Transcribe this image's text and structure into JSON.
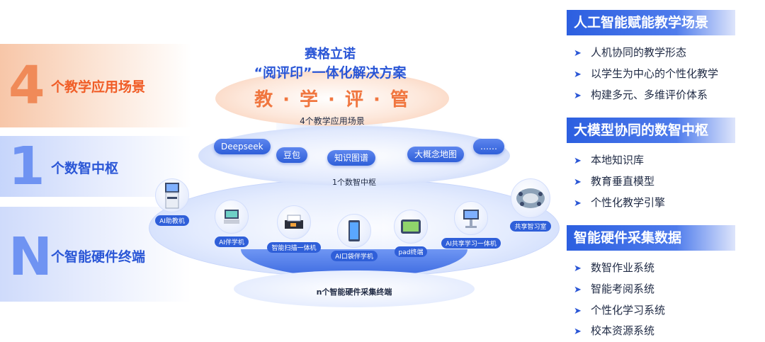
{
  "left_panels": [
    {
      "glyph": "4",
      "label": "个教学应用场景"
    },
    {
      "glyph": "1",
      "label": "个数智中枢"
    },
    {
      "glyph": "N",
      "label": "个智能硬件终端"
    }
  ],
  "center": {
    "title_line1": "赛格立诺",
    "title_line2": "“阅评印”一体化解决方案",
    "top_words": [
      "教",
      "学",
      "评",
      "管"
    ],
    "top_separator": "·",
    "top_caption": "4个教学应用场景",
    "mid_pills": [
      "Deepseek",
      "豆包",
      "知识图谱",
      "大概念地图",
      "……"
    ],
    "mid_caption": "1个数智中枢",
    "devices": [
      "AI助教机",
      "AI伴学机",
      "智能扫描一体机",
      "AI口袋伴学机",
      "pad终端",
      "AI共享学习一体机",
      "共享智习室"
    ],
    "base_caption": "n个智能硬件采集终端"
  },
  "right_sections": [
    {
      "header": "人工智能赋能教学场景",
      "items": [
        "人机协同的教学形态",
        "以学生为中心的个性化教学",
        "构建多元、多维评价体系"
      ]
    },
    {
      "header": "大模型协同的数智中枢",
      "items": [
        "本地知识库",
        "教育垂直模型",
        "个性化教学引擎"
      ]
    },
    {
      "header": "智能硬件采集数据",
      "items": [
        "数智作业系统",
        "智能考阅系统",
        "个性化学习系统",
        "校本资源系统"
      ]
    }
  ],
  "bullet_icon": "chevron-right-icon",
  "colors": {
    "orange": "#f05d27",
    "blue": "#2a56d6",
    "header_blue": "#2c5fe0"
  }
}
